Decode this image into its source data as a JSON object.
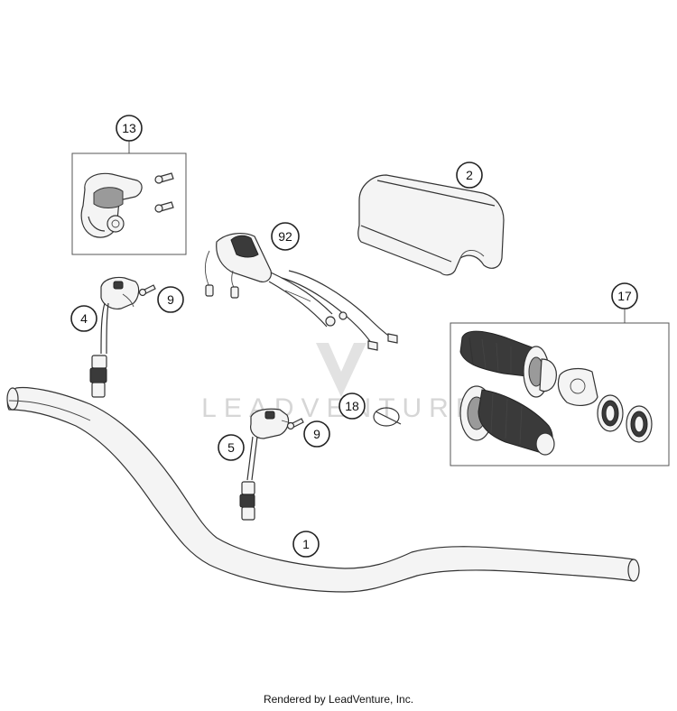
{
  "watermark": {
    "text": "LEADVENTURE"
  },
  "callouts": {
    "c1": "1",
    "c2": "2",
    "c4": "4",
    "c5": "5",
    "c9a": "9",
    "c9b": "9",
    "c13": "13",
    "c17": "17",
    "c18": "18",
    "c92": "92"
  },
  "footer": {
    "text": "Rendered by LeadVenture, Inc."
  }
}
